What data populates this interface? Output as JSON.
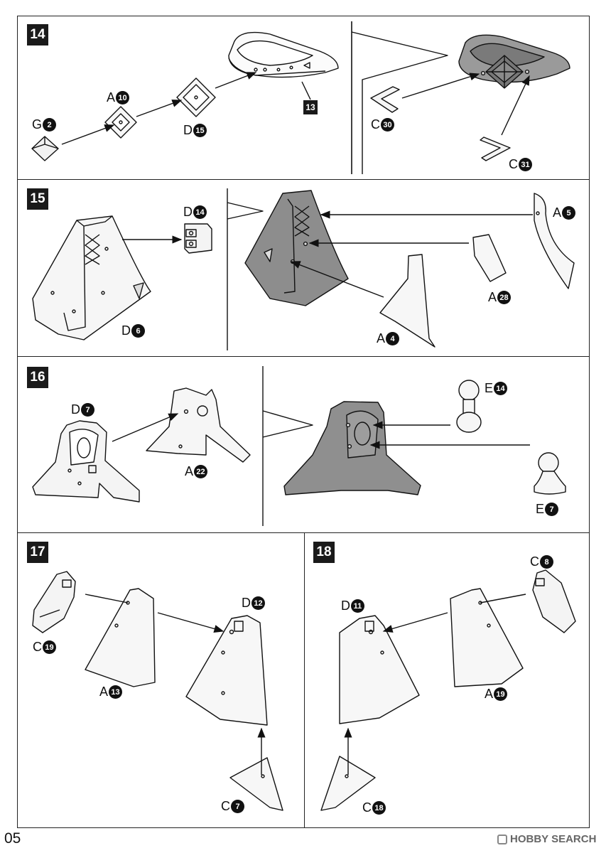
{
  "page": {
    "number": "05"
  },
  "watermark": {
    "text": "HOBBY SEARCH"
  },
  "steps": [
    {
      "id": "14",
      "sub_badge": "13",
      "parts": [
        {
          "letter": "G",
          "num": "2"
        },
        {
          "letter": "A",
          "num": "10"
        },
        {
          "letter": "D",
          "num": "15"
        },
        {
          "letter": "C",
          "num": "30"
        },
        {
          "letter": "C",
          "num": "31"
        }
      ]
    },
    {
      "id": "15",
      "parts": [
        {
          "letter": "D",
          "num": "14"
        },
        {
          "letter": "D",
          "num": "6"
        },
        {
          "letter": "A",
          "num": "5"
        },
        {
          "letter": "A",
          "num": "28"
        },
        {
          "letter": "A",
          "num": "4"
        }
      ]
    },
    {
      "id": "16",
      "parts": [
        {
          "letter": "D",
          "num": "7"
        },
        {
          "letter": "A",
          "num": "22"
        },
        {
          "letter": "E",
          "num": "14"
        },
        {
          "letter": "E",
          "num": "7"
        }
      ]
    },
    {
      "id": "17",
      "parts": [
        {
          "letter": "C",
          "num": "19"
        },
        {
          "letter": "A",
          "num": "13"
        },
        {
          "letter": "D",
          "num": "12"
        },
        {
          "letter": "C",
          "num": "7"
        }
      ]
    },
    {
      "id": "18",
      "parts": [
        {
          "letter": "C",
          "num": "8"
        },
        {
          "letter": "D",
          "num": "11"
        },
        {
          "letter": "A",
          "num": "19"
        },
        {
          "letter": "C",
          "num": "18"
        }
      ]
    }
  ]
}
